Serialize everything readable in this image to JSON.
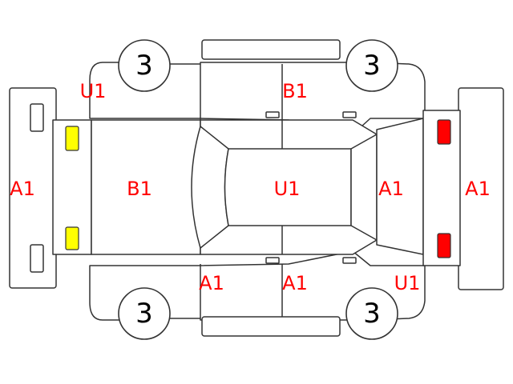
{
  "colors": {
    "damage_text": "#ff0000",
    "light_front": "#ffff00",
    "light_rear": "#ff0000",
    "outline": "#333333"
  },
  "wheels": {
    "top_left": "3",
    "top_right": "3",
    "bottom_left": "3",
    "bottom_right": "3"
  },
  "damage_codes": {
    "front_bumper": "A1",
    "left_front_fender": "U1",
    "left_rear_door": "B1",
    "hood": "B1",
    "roof": "U1",
    "rear_window": "A1",
    "rear_bumper": "A1",
    "right_front_door": "A1",
    "right_rear_door": "A1",
    "right_rear_fender": "U1"
  }
}
